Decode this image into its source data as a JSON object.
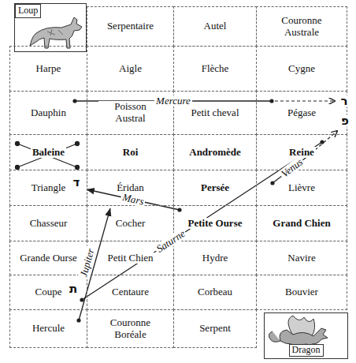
{
  "diagram": {
    "nodes": [
      {
        "text": [
          "Loup"
        ]
      },
      {
        "text": [
          "Serpentaire"
        ]
      },
      {
        "text": [
          "Autel"
        ]
      },
      {
        "text": [
          "Couronne Australe"
        ]
      },
      {
        "text": [
          "Harpe"
        ]
      },
      {
        "text": [
          "Aigle"
        ]
      },
      {
        "text": [
          "Flèche"
        ]
      },
      {
        "text": [
          "Cygne"
        ]
      },
      {
        "text": [
          "Dauphin"
        ]
      },
      {
        "text": [
          "Poisson Austral"
        ]
      },
      {
        "text": [
          "Petit cheval"
        ]
      },
      {
        "text": [
          "Pégase"
        ]
      },
      {
        "text": [
          "Baleine"
        ]
      },
      {
        "text": [
          "Roi"
        ]
      },
      {
        "text": [
          "Andromède"
        ]
      },
      {
        "text": [
          "Reine"
        ]
      },
      {
        "text": [
          "Triangle"
        ]
      },
      {
        "text": [
          "Éridan"
        ]
      },
      {
        "text": [
          "Persée"
        ]
      },
      {
        "text": [
          "Lièvre"
        ]
      },
      {
        "text": [
          "Chasseur"
        ]
      },
      {
        "text": [
          "Cocher"
        ]
      },
      {
        "text": [
          "Petite Ourse"
        ]
      },
      {
        "text": [
          "Grand Chien"
        ]
      },
      {
        "text": [
          "Grande Ourse"
        ]
      },
      {
        "text": [
          "Petit Chien"
        ]
      },
      {
        "text": [
          "Hydre"
        ]
      },
      {
        "text": [
          "Navire"
        ]
      },
      {
        "text": [
          "Coupe"
        ]
      },
      {
        "text": [
          "Centaure"
        ]
      },
      {
        "text": [
          "Corbeau"
        ]
      },
      {
        "text": [
          "Bouvier"
        ]
      },
      {
        "text": [
          "Hercule"
        ]
      },
      {
        "text": [
          "Couronne Boréale"
        ]
      },
      {
        "text": [
          "Serpent"
        ]
      },
      {
        "text": [
          "Dragon"
        ]
      }
    ],
    "edges": [
      {
        "from": 8,
        "to": 11,
        "label": "Mercure",
        "arrow": "none"
      },
      {
        "from": 19,
        "to": 15,
        "label": "Venus",
        "arrow": "none"
      },
      {
        "from": 22,
        "to": 16,
        "label": "Mars",
        "arrow": "to"
      },
      {
        "from": 15,
        "to": 28,
        "label": "Saturne",
        "arrow": "none"
      },
      {
        "from": 32,
        "to": 21,
        "label": "Jupiter",
        "arrow": "to"
      }
    ],
    "labels": [
      "ר",
      "פ",
      "ד",
      "ת"
    ]
  }
}
